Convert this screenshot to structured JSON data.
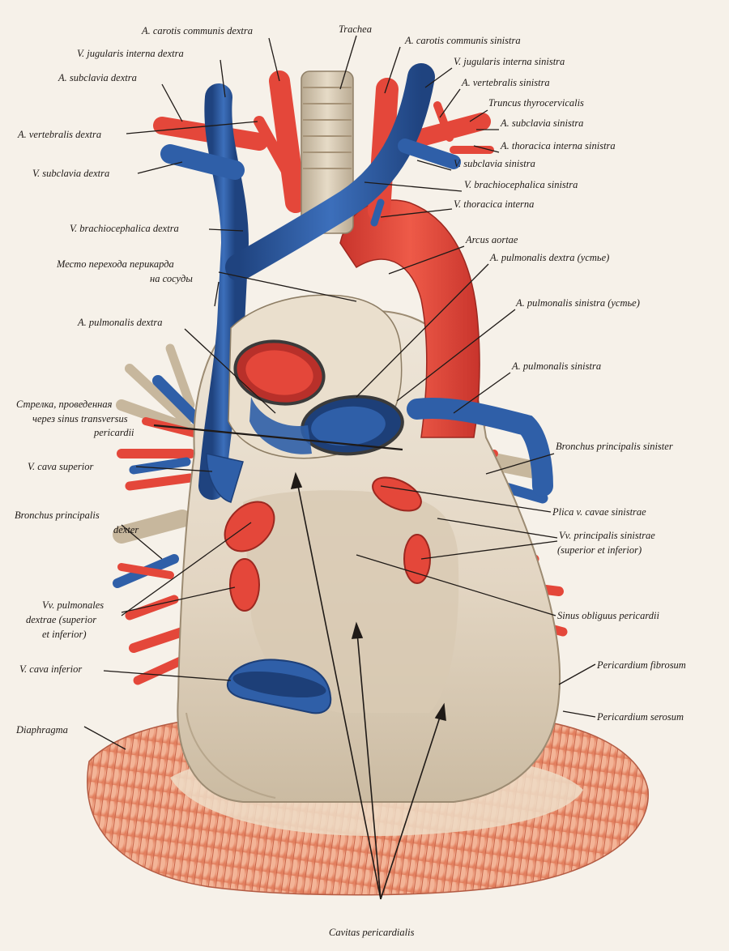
{
  "colors": {
    "artery": "#e4473a",
    "artery_dark": "#b8302a",
    "vein": "#2f5fa8",
    "vein_dark": "#1d3f78",
    "pericardium": "#e9dfd0",
    "pericardium_shade": "#cdbfa9",
    "trachea": "#d9cdb8",
    "diaphragm": "#f0a888",
    "text": "#1f1a17"
  },
  "labels": {
    "carotis_dextra": "A. carotis communis dextra",
    "trachea": "Trachea",
    "carotis_sinistra": "A. carotis communis sinistra",
    "jugularis_dextra": "V. jugularis interna dextra",
    "jugularis_sinistra": "V. jugularis interna sinistra",
    "subclavia_a_dextra": "A. subclavia dextra",
    "vertebralis_sinistra": "A. vertebralis sinistra",
    "truncus": "Truncus thyrocervicalis",
    "vertebralis_dextra": "A. vertebralis dextra",
    "subclavia_a_sinistra": "A. subclavia sinistra",
    "thoracica_int_sin": "A. thoracica interna sinistra",
    "subclavia_v_dextra": "V. subclavia dextra",
    "subclavia_v_sinistra": "V. subclavia sinistra",
    "brachio_sinistra": "V. brachiocephalica sinistra",
    "thoracica_interna": "V. thoracica interna",
    "brachio_dextra": "V. brachiocephalica dextra",
    "arcus": "Arcus aortae",
    "mesto_1": "Место перехода перикарда",
    "mesto_2": "на сосуды",
    "pulm_dextra_ustye": "A. pulmonalis dextra (устье)",
    "pulm_sinistra_ustye": "A. pulmonalis sinistra (устье)",
    "pulm_dextra": "A. pulmonalis dextra",
    "pulm_sinistra": "A. pulmonalis sinistra",
    "strelka_1": "Стрелка, проведенная",
    "strelka_2": "через sinus transversus",
    "strelka_3": "pericardii",
    "bronchus_sinister": "Bronchus principalis sinister",
    "cava_superior": "V. cava superior",
    "plica": "Plica v. cavae sinistrae",
    "bronchus_dexter_1": "Bronchus principalis",
    "bronchus_dexter_2": "dexter",
    "vv_sin_1": "Vv. principalis sinistrae",
    "vv_sin_2": "(superior et inferior)",
    "vv_dex_1": "Vv. pulmonales",
    "vv_dex_2": "dextrae (superior",
    "vv_dex_3": "et inferior)",
    "sinus_obliquus": "Sinus obliguus pericardii",
    "cava_inferior": "V. cava inferior",
    "fibrosum": "Pericardium fibrosum",
    "serosum": "Pericardium serosum",
    "diaphragma": "Diaphragma",
    "cavitas": "Cavitas pericardialis"
  }
}
